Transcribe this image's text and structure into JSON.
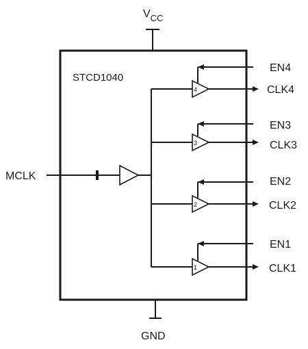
{
  "chip_name": "STCD1040",
  "supply": {
    "main": "V",
    "sub": "CC"
  },
  "ground": "GND",
  "input": "MCLK",
  "channels": [
    {
      "buffer_number": "4",
      "enable": "EN4",
      "output": "CLK4"
    },
    {
      "buffer_number": "3",
      "enable": "EN3",
      "output": "CLK3"
    },
    {
      "buffer_number": "2",
      "enable": "EN2",
      "output": "CLK2"
    },
    {
      "buffer_number": "1",
      "enable": "EN1",
      "output": "CLK1"
    }
  ]
}
